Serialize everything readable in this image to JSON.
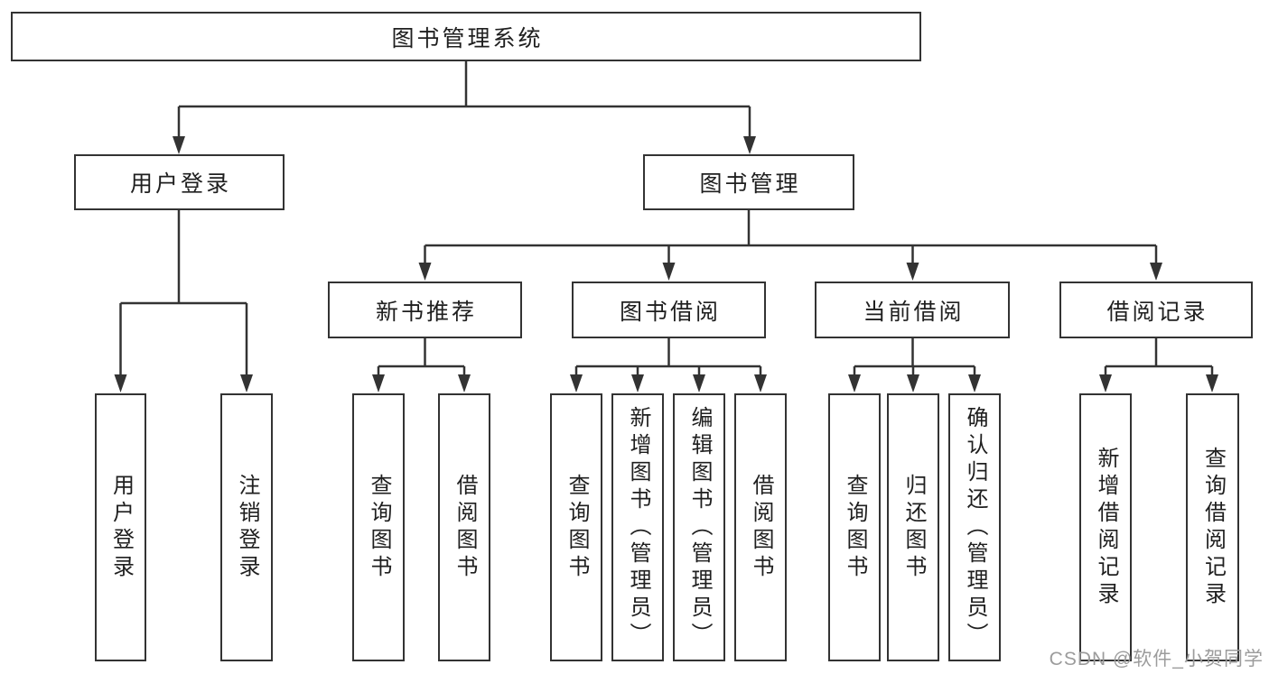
{
  "diagram_title": "图书管理系统",
  "nodes": {
    "root": {
      "label": "图书管理系统"
    },
    "branches": [
      {
        "label": "用户登录"
      },
      {
        "label": "图书管理"
      }
    ],
    "sections": [
      {
        "label": "新书推荐",
        "parent": "图书管理"
      },
      {
        "label": "图书借阅",
        "parent": "图书管理"
      },
      {
        "label": "当前借阅",
        "parent": "图书管理"
      },
      {
        "label": "借阅记录",
        "parent": "图书管理"
      }
    ],
    "leaves": [
      {
        "label": "用户登录",
        "parent": "用户登录"
      },
      {
        "label": "注销登录",
        "parent": "用户登录"
      },
      {
        "label": "查询图书",
        "parent": "新书推荐"
      },
      {
        "label": "借阅图书",
        "parent": "新书推荐"
      },
      {
        "label": "查询图书",
        "parent": "图书借阅"
      },
      {
        "label": "新增图书（管理员）",
        "parent": "图书借阅"
      },
      {
        "label": "编辑图书（管理员）",
        "parent": "图书借阅"
      },
      {
        "label": "借阅图书",
        "parent": "图书借阅"
      },
      {
        "label": "查询图书",
        "parent": "当前借阅"
      },
      {
        "label": "归还图书",
        "parent": "当前借阅"
      },
      {
        "label": "确认归还（管理员）",
        "parent": "当前借阅"
      },
      {
        "label": "新增借阅记录",
        "parent": "借阅记录"
      },
      {
        "label": "查询借阅记录",
        "parent": "借阅记录"
      }
    ]
  },
  "watermark": {
    "text": "CSDN @软件_小贺同学"
  },
  "colors": {
    "line": "#333333",
    "box_bg": "#ffffff",
    "text": "#1f1f1f",
    "background": "#ffffff",
    "watermark": "#9c9c9c"
  }
}
